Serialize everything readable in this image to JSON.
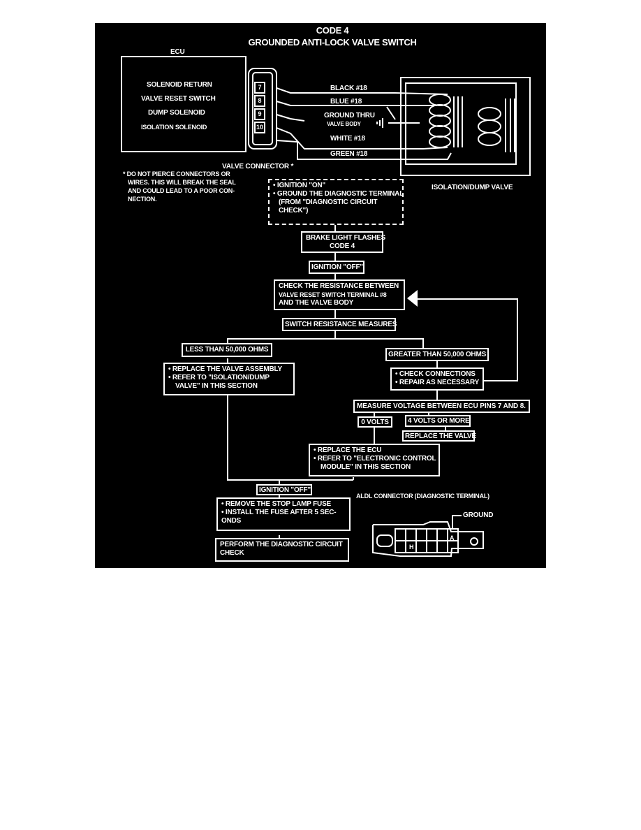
{
  "title": {
    "line1": "CODE 4",
    "line2": "GROUNDED ANTI-LOCK VALVE SWITCH"
  },
  "ecu": {
    "label": "ECU",
    "items": [
      "SOLENOID RETURN",
      "VALVE RESET SWITCH",
      "DUMP SOLENOID",
      "ISOLATION SOLENOID"
    ]
  },
  "valve_connector": {
    "pins": [
      "7",
      "8",
      "9",
      "10"
    ],
    "label": "VALVE CONNECTOR *"
  },
  "wires": {
    "black": "BLACK #18",
    "blue": "BLUE #18",
    "ground_line1": "GROUND THRU",
    "ground_line2": "VALVE BODY",
    "white": "WHITE #18",
    "green": "GREEN #18"
  },
  "isolation_valve_label": "ISOLATION/DUMP VALVE",
  "note": {
    "lines": [
      "* DO NOT PIERCE CONNECTORS OR",
      "WIRES. THIS WILL BREAK THE SEAL",
      "AND COULD LEAD TO A POOR CON-",
      "NECTION."
    ]
  },
  "flow": {
    "start": [
      "• IGNITION \"ON\"",
      "• GROUND THE DIAGNOSTIC TERMINAL",
      "(FROM \"DIAGNOSTIC CIRCUIT",
      "CHECK\")"
    ],
    "brake_light": [
      "BRAKE LIGHT FLASHES",
      "CODE 4"
    ],
    "ignition_off_1": "IGNITION \"OFF\"",
    "check_resistance": [
      "CHECK THE RESISTANCE BETWEEN",
      "VALVE RESET SWITCH TERMINAL #8",
      "AND THE VALVE BODY"
    ],
    "switch_resistance": "SWITCH RESISTANCE MEASURES",
    "less_than": "LESS THAN 50,000 OHMS",
    "greater_than": "GREATER THAN 50,000 OHMS",
    "replace_valve_assembly": [
      "• REPLACE THE VALVE ASSEMBLY",
      "• REFER TO \"ISOLATION/DUMP",
      "VALVE\" IN THIS SECTION"
    ],
    "check_connections": [
      "• CHECK CONNECTIONS",
      "• REPAIR AS NECESSARY"
    ],
    "measure_voltage": "MEASURE VOLTAGE BETWEEN ECU PINS 7 AND 8.",
    "zero_volts": "0 VOLTS",
    "four_volts": "4 VOLTS OR MORE",
    "replace_valve": "REPLACE THE VALVE",
    "replace_ecu": [
      "• REPLACE THE ECU",
      "• REFER TO \"ELECTRONIC CONTROL",
      "MODULE\" IN THIS SECTION"
    ],
    "ignition_off_2": "IGNITION \"OFF\"",
    "remove_fuse": [
      "• REMOVE THE STOP LAMP FUSE",
      "• INSTALL THE FUSE AFTER 5 SEC-",
      "ONDS"
    ],
    "perform_check": [
      "PERFORM THE DIAGNOSTIC CIRCUIT",
      "CHECK"
    ]
  },
  "aldl": {
    "label": "ALDL CONNECTOR (DIAGNOSTIC TERMINAL)",
    "ground": "GROUND",
    "pin_a": "A",
    "pin_h": "H"
  }
}
